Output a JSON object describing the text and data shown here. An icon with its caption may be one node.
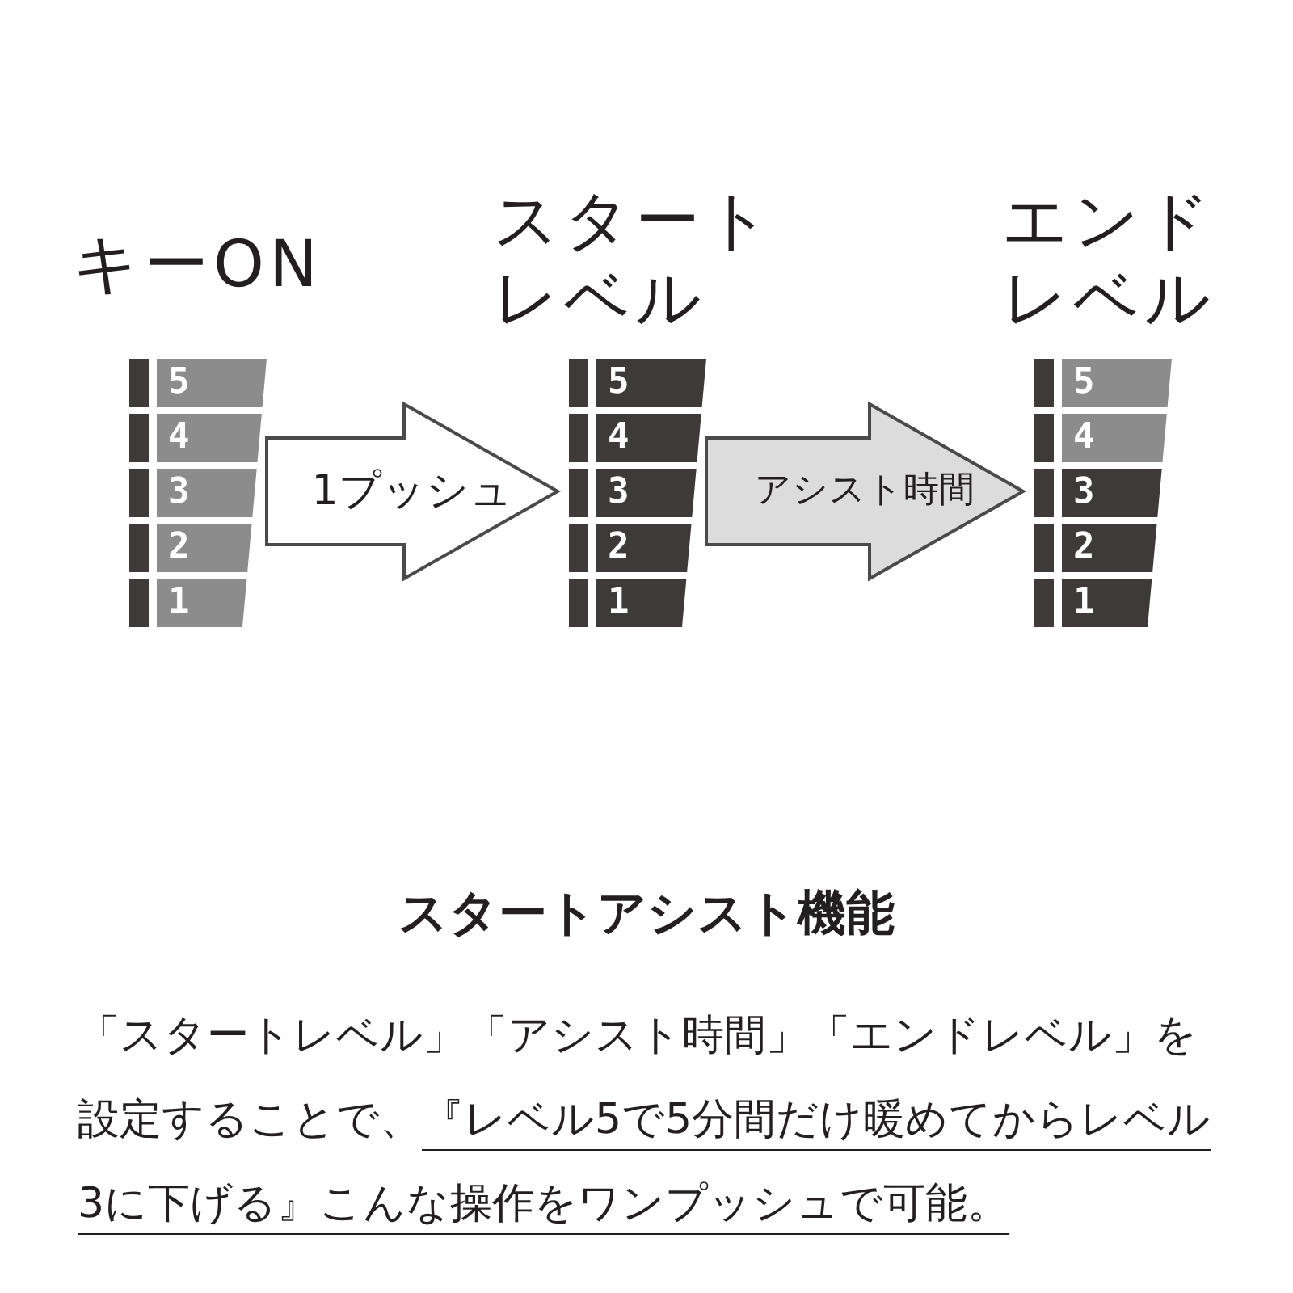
{
  "diagram": {
    "title": "スタートアシスト機能",
    "nodes": [
      {
        "text": [
          "キーON"
        ]
      },
      {
        "text": [
          "5"
        ],
        "in": 0
      },
      {
        "text": [
          "4"
        ],
        "in": 0
      },
      {
        "text": [
          "3"
        ],
        "in": 0
      },
      {
        "text": [
          "2"
        ],
        "in": 0
      },
      {
        "text": [
          "1"
        ],
        "in": 0
      },
      {
        "text": [
          "スタートレベル"
        ]
      },
      {
        "text": [
          "5"
        ],
        "in": 6
      },
      {
        "text": [
          "4"
        ],
        "in": 6
      },
      {
        "text": [
          "3"
        ],
        "in": 6
      },
      {
        "text": [
          "2"
        ],
        "in": 6
      },
      {
        "text": [
          "1"
        ],
        "in": 6
      },
      {
        "text": [
          "エンドレベル"
        ]
      },
      {
        "text": [
          "5"
        ],
        "in": 12
      },
      {
        "text": [
          "4"
        ],
        "in": 12
      },
      {
        "text": [
          "3"
        ],
        "in": 12
      },
      {
        "text": [
          "2"
        ],
        "in": 12
      },
      {
        "text": [
          "1"
        ],
        "in": 12
      }
    ],
    "edges": [
      {
        "from": 0,
        "to": 6,
        "arrow": "to",
        "label": "1プッシュ"
      },
      {
        "from": 6,
        "to": 12,
        "arrow": "to",
        "label": "アシスト時間"
      }
    ],
    "labels": [
      "「スタートレベル」「アシスト時間」「エンドレベル」を設定することで、",
      "『レベル5で5分間だけ暖めてからレベル3に下げる』こんな操作をワンプッシュで可能。"
    ]
  }
}
